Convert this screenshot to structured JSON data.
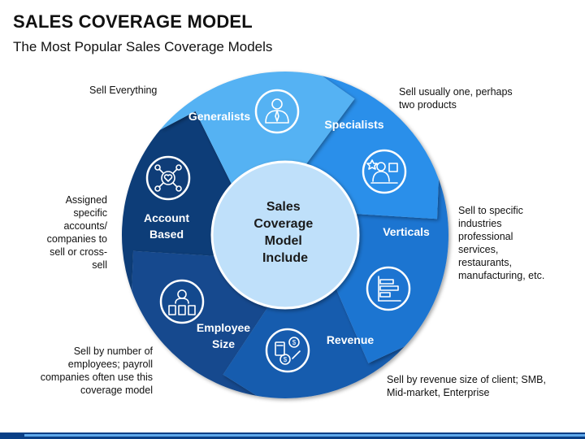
{
  "header": {
    "title": "SALES COVERAGE MODEL",
    "subtitle": "The Most Popular Sales Coverage Models"
  },
  "center": {
    "lines": [
      "Sales",
      "Coverage",
      "Model",
      "Include"
    ]
  },
  "segments": [
    {
      "label_lines": [
        "Generalists"
      ],
      "color": "#55b2f3",
      "icon": "businessman-icon",
      "note": [
        "Sell Everything"
      ]
    },
    {
      "label_lines": [
        "Specialists"
      ],
      "color": "#2b8fea",
      "icon": "expert-presenter-icon",
      "note": [
        "Sell usually one, perhaps",
        "two products"
      ]
    },
    {
      "label_lines": [
        "Verticals"
      ],
      "color": "#1c74d1",
      "icon": "bar-chart-icon",
      "note": [
        "Sell to specific",
        "industries",
        "professional",
        "services,",
        "restaurants,",
        "manufacturing, etc."
      ]
    },
    {
      "label_lines": [
        "Revenue"
      ],
      "color": "#175cae",
      "icon": "finance-icon",
      "note": [
        "Sell by revenue size of client; SMB,",
        "Mid-market, Enterprise"
      ]
    },
    {
      "label_lines": [
        "Employee",
        "Size"
      ],
      "color": "#13498e",
      "icon": "employee-group-icon",
      "note": [
        "Sell by number of",
        "employees; payroll",
        "companies often use this",
        "coverage model"
      ]
    },
    {
      "label_lines": [
        "Account",
        "Based"
      ],
      "color": "#0f3d78",
      "icon": "account-network-icon",
      "note": [
        "Assigned",
        "specific",
        "accounts/",
        "companies to",
        "sell or cross-",
        "sell"
      ]
    }
  ],
  "colors": {
    "center_fill": "#bfe0fa",
    "icon_ring": "#ffffff",
    "bottom_bar": "#0a3f86"
  }
}
